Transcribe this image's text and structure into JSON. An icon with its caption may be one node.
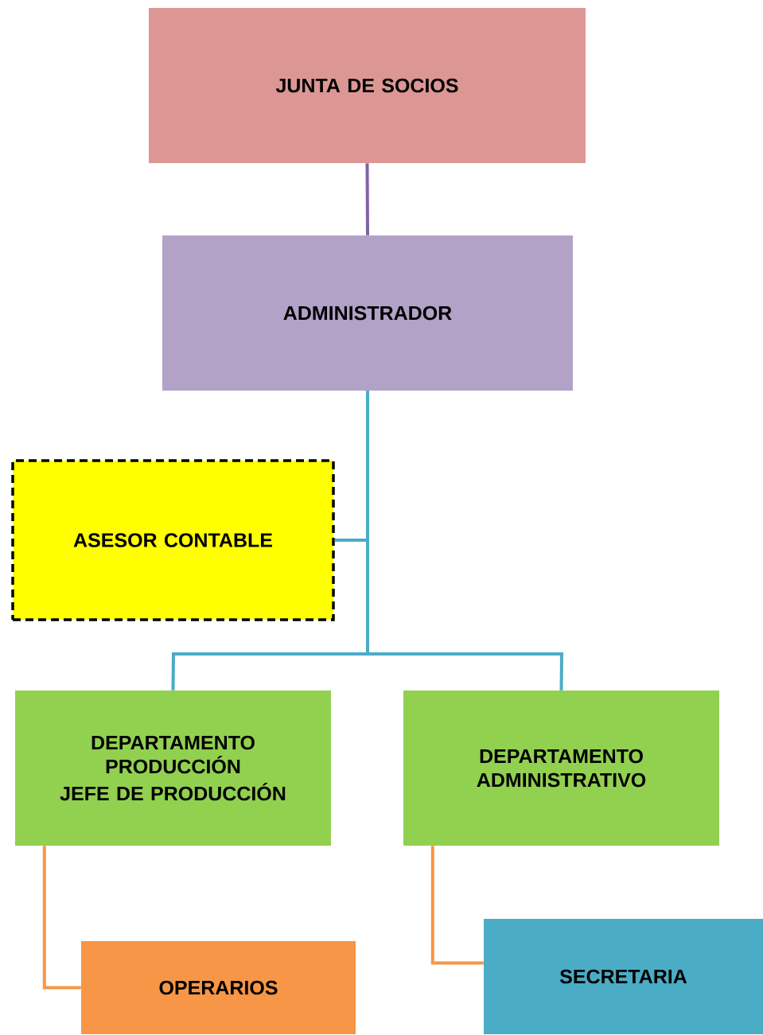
{
  "diagram": {
    "nodes": [
      {
        "text": [
          "JUNTA DE SOCIOS"
        ]
      },
      {
        "text": [
          "ADMINISTRADOR"
        ]
      },
      {
        "text": [
          "ASESOR CONTABLE"
        ]
      },
      {
        "text": [
          "DEPARTAMENTO PRODUCCIÓN",
          "JEFE DE PRODUCCIÓN"
        ]
      },
      {
        "text": [
          "DEPARTAMENTO ADMINISTRATIVO"
        ]
      },
      {
        "text": [
          "OPERARIOS"
        ]
      },
      {
        "text": [
          "SECRETARIA"
        ]
      }
    ],
    "edges": [
      {
        "from": 0,
        "to": 1,
        "arrow": "none",
        "color": "#8064a2"
      },
      {
        "from": 1,
        "to": 2,
        "arrow": "none",
        "color": "#4bacc6"
      },
      {
        "from": 1,
        "to": 3,
        "arrow": "none",
        "color": "#4bacc6"
      },
      {
        "from": 1,
        "to": 4,
        "arrow": "none",
        "color": "#4bacc6"
      },
      {
        "from": 3,
        "to": 5,
        "arrow": "none",
        "color": "#f79646"
      },
      {
        "from": 4,
        "to": 6,
        "arrow": "none",
        "color": "#f79646"
      }
    ]
  }
}
